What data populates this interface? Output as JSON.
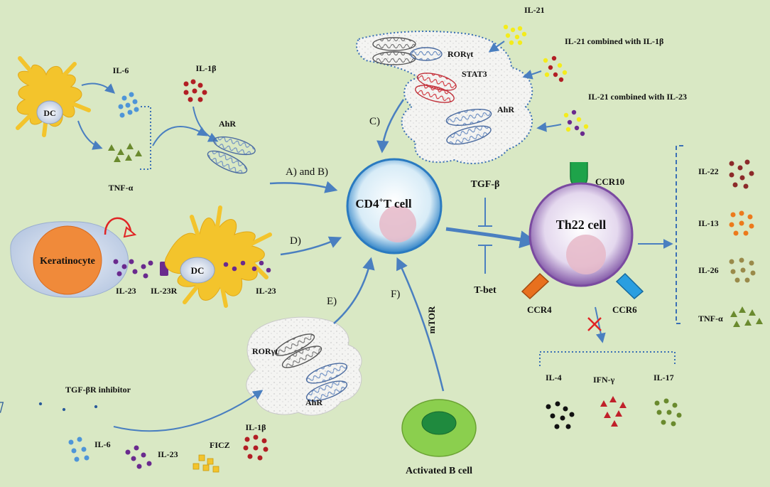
{
  "colors": {
    "background": "#d9e8c4",
    "arrow": "#4a7fc0",
    "dc_yellow": "#f3c42c",
    "keratinocyte": "#f08a3a",
    "th22_purple": "#8a5aa8",
    "cd4_blue": "#3f8fd0",
    "bcell_green": "#8bcf4e"
  },
  "cells": {
    "dc_top": "DC",
    "dc_mid": "DC",
    "keratinocyte": "Keratinocyte",
    "cd4": "CD4",
    "cd4_sup": "+",
    "cd4_rest": "T cell",
    "th22": "Th22 cell",
    "bcell": "Activated B cell"
  },
  "factors": {
    "il6_top": "IL-6",
    "il1b_top": "IL-1β",
    "tnfa_left": "TNF-α",
    "ahr_left": "AhR",
    "il23_left": "IL-23",
    "il23r": "IL-23R",
    "il23_right": "IL-23",
    "il21": "IL-21",
    "il21_il1b": "IL-21 combined with IL-1β",
    "il21_il23": "IL-21 combined with IL-23",
    "rorgt_top": "RORγt",
    "stat3": "STAT3",
    "ahr_top": "AhR",
    "tgfb": "TGF-β",
    "tbet": "T-bet",
    "mtor": "mTOR",
    "rorgt_bottom": "RORγt",
    "ahr_bottom": "AhR",
    "tgfbr_inhibitor": "TGF-βR inhibitor",
    "il6_bottom": "IL-6",
    "il23_bottom": "IL-23",
    "ficz": "FICZ",
    "il1b_bottom": "IL-1β"
  },
  "receptors": {
    "ccr10": "CCR10",
    "ccr4": "CCR4",
    "ccr6": "CCR6"
  },
  "pathways": {
    "a_b": "A) and B)",
    "c": "C)",
    "d": "D)",
    "e": "E)",
    "f": "F)"
  },
  "secreted": {
    "il22": "IL-22",
    "il13": "IL-13",
    "il26": "IL-26",
    "tnfa": "TNF-α"
  },
  "not_secreted": {
    "il4": "IL-4",
    "ifng": "IFN-γ",
    "il17": "IL-17"
  }
}
